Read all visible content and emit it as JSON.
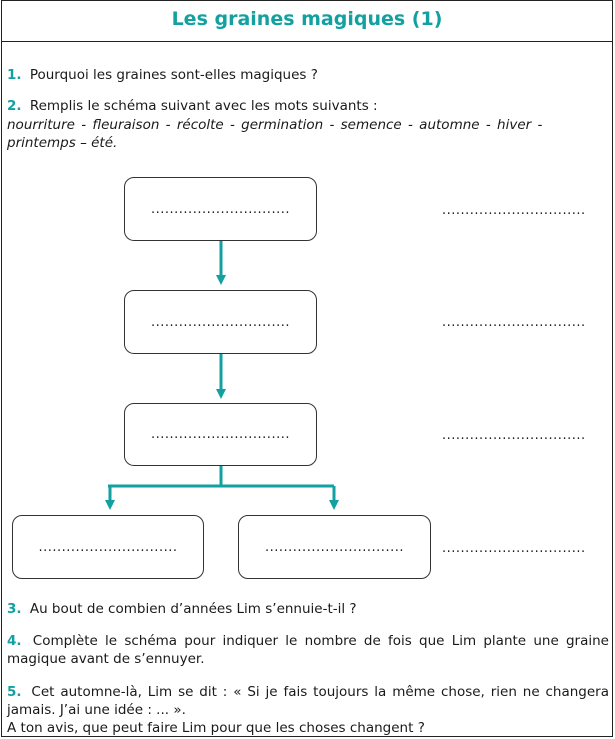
{
  "title": "Les graines magiques (1)",
  "questions": {
    "q1": {
      "num": "1.",
      "text": "Pourquoi les graines sont-elles magiques ?"
    },
    "q2": {
      "num": "2.",
      "text": "Remplis le schéma suivant avec les mots suivants :",
      "words_line1": "nourriture - fleuraison - récolte - germination - semence - automne - hiver -",
      "words_line2": "printemps – été."
    },
    "q3": {
      "num": "3.",
      "text": "Au bout de combien d’années Lim s’ennuie-t-il ?"
    },
    "q4": {
      "num": "4.",
      "text": "Complète le schéma pour indiquer le nombre de fois que Lim plante une graine magique avant de s’ennuyer."
    },
    "q5": {
      "num": "5.",
      "text": "Cet automne-là, Lim se dit : « Si je fais toujours la même chose, rien ne changera jamais. J’ai une idée : ... ».",
      "line2": "A ton avis, que peut faire Lim pour que les choses changent ?"
    }
  },
  "diagram": {
    "box1": "..............................",
    "box2": "..............................",
    "box3": "..............................",
    "box4": "..............................",
    "box5": "..............................",
    "side1": "...............................",
    "side2": "...............................",
    "side3": "...............................",
    "side4": "...............................",
    "arrow_color": "#12a0a0"
  }
}
